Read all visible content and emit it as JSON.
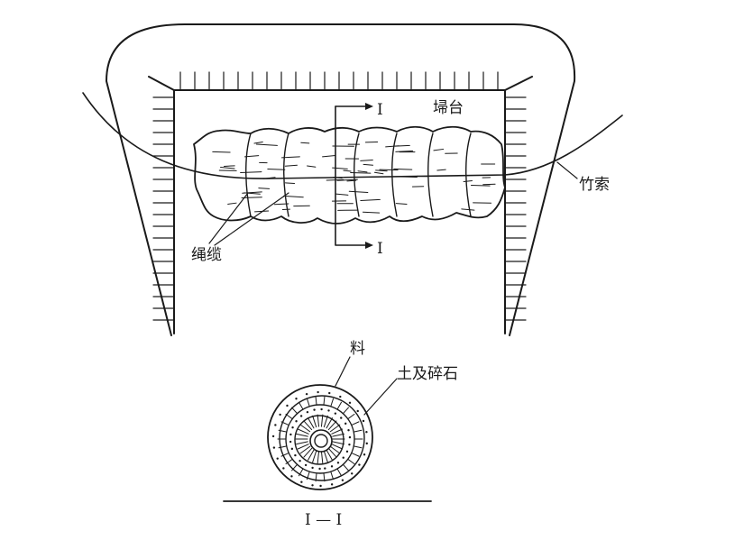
{
  "labels": {
    "platform": "埽台",
    "rope": "竹索",
    "cable": "绳缆",
    "material": "料",
    "soil_gravel": "土及碎石",
    "section_mark_top": "I",
    "section_mark_bottom": "I",
    "section_caption": "I — I"
  }
}
